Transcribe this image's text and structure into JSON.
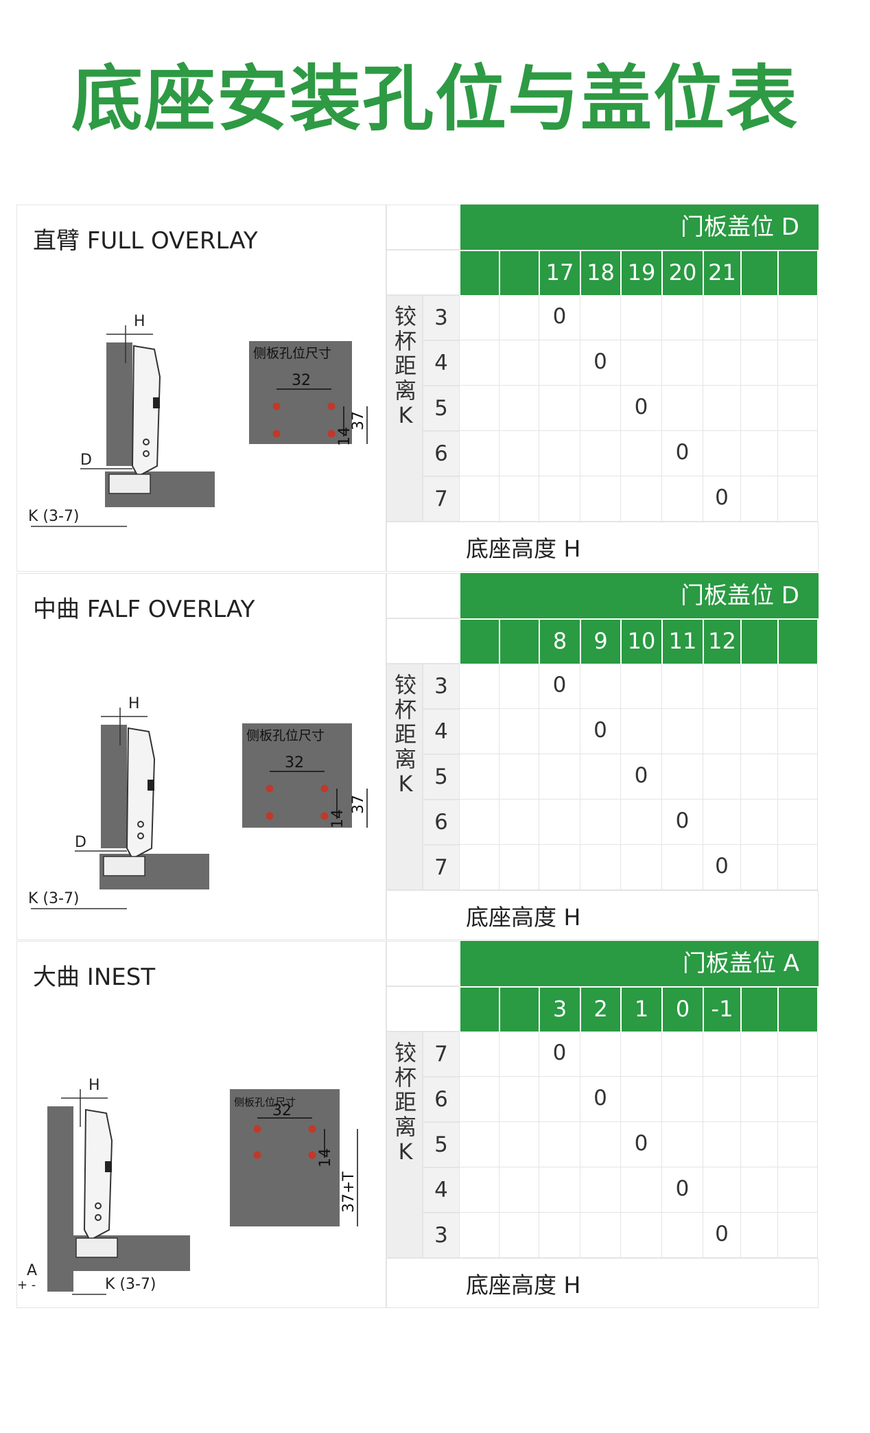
{
  "page": {
    "title": "底座安装孔位与盖位表"
  },
  "sections": [
    {
      "name": "full-overlay",
      "label": "直臂 FULL OVERLAY",
      "cover_header": "门板盖位 D",
      "cover_values": [
        "17",
        "18",
        "19",
        "20",
        "21"
      ],
      "k_label_chars": [
        "铰",
        "杯",
        "距",
        "离",
        "K"
      ],
      "k_values": [
        "3",
        "4",
        "5",
        "6",
        "7"
      ],
      "grid_value": "0",
      "base_height_label": "底座高度 H",
      "diagram": {
        "h_label": "H",
        "d_label": "D",
        "k_label": "K (3-7)",
        "side_hole_label": "侧板孔位尺寸",
        "dim_32": "32",
        "dim_14": "14",
        "dim_37": "37"
      }
    },
    {
      "name": "half-overlay",
      "label": "中曲 FALF OVERLAY",
      "cover_header": "门板盖位 D",
      "cover_values": [
        "8",
        "9",
        "10",
        "11",
        "12"
      ],
      "k_label_chars": [
        "铰",
        "杯",
        "距",
        "离",
        "K"
      ],
      "k_values": [
        "3",
        "4",
        "5",
        "6",
        "7"
      ],
      "grid_value": "0",
      "base_height_label": "底座高度 H",
      "diagram": {
        "h_label": "H",
        "d_label": "D",
        "k_label": "K (3-7)",
        "side_hole_label": "侧板孔位尺寸",
        "dim_32": "32",
        "dim_14": "14",
        "dim_37": "37"
      }
    },
    {
      "name": "inset",
      "label": "大曲 INEST",
      "cover_header": "门板盖位 A",
      "cover_values": [
        "3",
        "2",
        "1",
        "0",
        "-1"
      ],
      "k_label_chars": [
        "铰",
        "杯",
        "距",
        "离",
        "K"
      ],
      "k_values": [
        "7",
        "6",
        "5",
        "4",
        "3"
      ],
      "grid_value": "0",
      "base_height_label": "底座高度 H",
      "diagram": {
        "h_label": "H",
        "a_label": "A",
        "plus_minus": "+ -",
        "k_label": "K (3-7)",
        "side_hole_label": "侧板孔位尺寸",
        "dim_32": "32",
        "dim_14": "14",
        "dim_37": "37+T"
      }
    }
  ],
  "colors": {
    "brand_green": "#2a9a43",
    "title_green": "#2e9a44",
    "wood_grey": "#6b6b6b",
    "hole_red": "#c0392b"
  }
}
